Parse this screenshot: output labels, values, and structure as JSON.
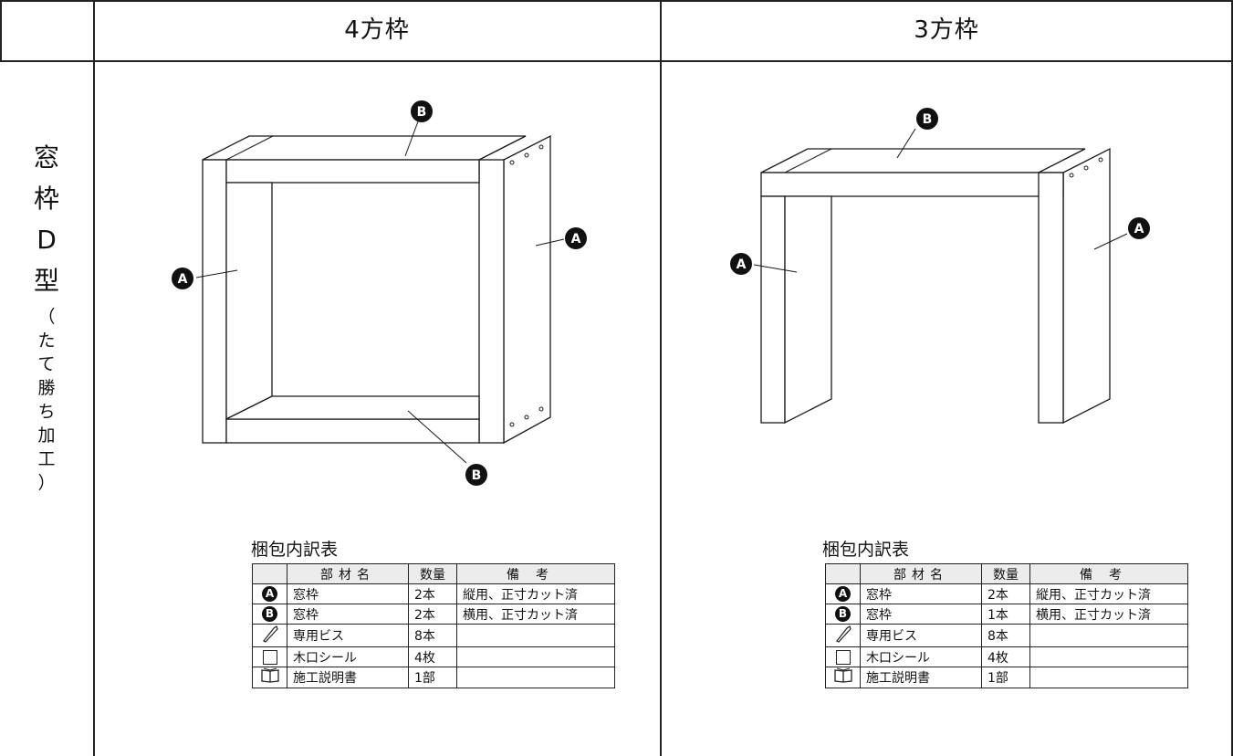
{
  "columns": {
    "four": {
      "title": "4方枠"
    },
    "three": {
      "title": "3方枠"
    }
  },
  "row_label": {
    "main": [
      "窓",
      "枠",
      "D",
      "型"
    ],
    "sub": [
      "（",
      "た",
      "て",
      "勝",
      "ち",
      "加",
      "工",
      "）"
    ]
  },
  "callouts": {
    "a": "A",
    "b": "B"
  },
  "icons": {
    "a_symbol": "badge-a",
    "b_symbol": "badge-b",
    "screw": "screw-icon",
    "seal": "square-icon",
    "manual": "book-icon"
  },
  "tables": {
    "four": {
      "title": "梱包内訳表",
      "headers": [
        "",
        "部材名",
        "数量",
        "備考"
      ],
      "rows": [
        {
          "symbol": "A",
          "name": "窓枠",
          "qty": "2本",
          "note": "縦用、正寸カット済"
        },
        {
          "symbol": "B",
          "name": "窓枠",
          "qty": "2本",
          "note": "横用、正寸カット済"
        },
        {
          "symbol": "screw",
          "name": "専用ビス",
          "qty": "8本",
          "note": ""
        },
        {
          "symbol": "square",
          "name": "木口シール",
          "qty": "4枚",
          "note": ""
        },
        {
          "symbol": "book",
          "name": "施工説明書",
          "qty": "1部",
          "note": ""
        }
      ]
    },
    "three": {
      "title": "梱包内訳表",
      "headers": [
        "",
        "部材名",
        "数量",
        "備考"
      ],
      "rows": [
        {
          "symbol": "A",
          "name": "窓枠",
          "qty": "2本",
          "note": "縦用、正寸カット済"
        },
        {
          "symbol": "B",
          "name": "窓枠",
          "qty": "1本",
          "note": "横用、正寸カット済"
        },
        {
          "symbol": "screw",
          "name": "専用ビス",
          "qty": "8本",
          "note": ""
        },
        {
          "symbol": "square",
          "name": "木口シール",
          "qty": "4枚",
          "note": ""
        },
        {
          "symbol": "book",
          "name": "施工説明書",
          "qty": "1部",
          "note": ""
        }
      ]
    }
  }
}
